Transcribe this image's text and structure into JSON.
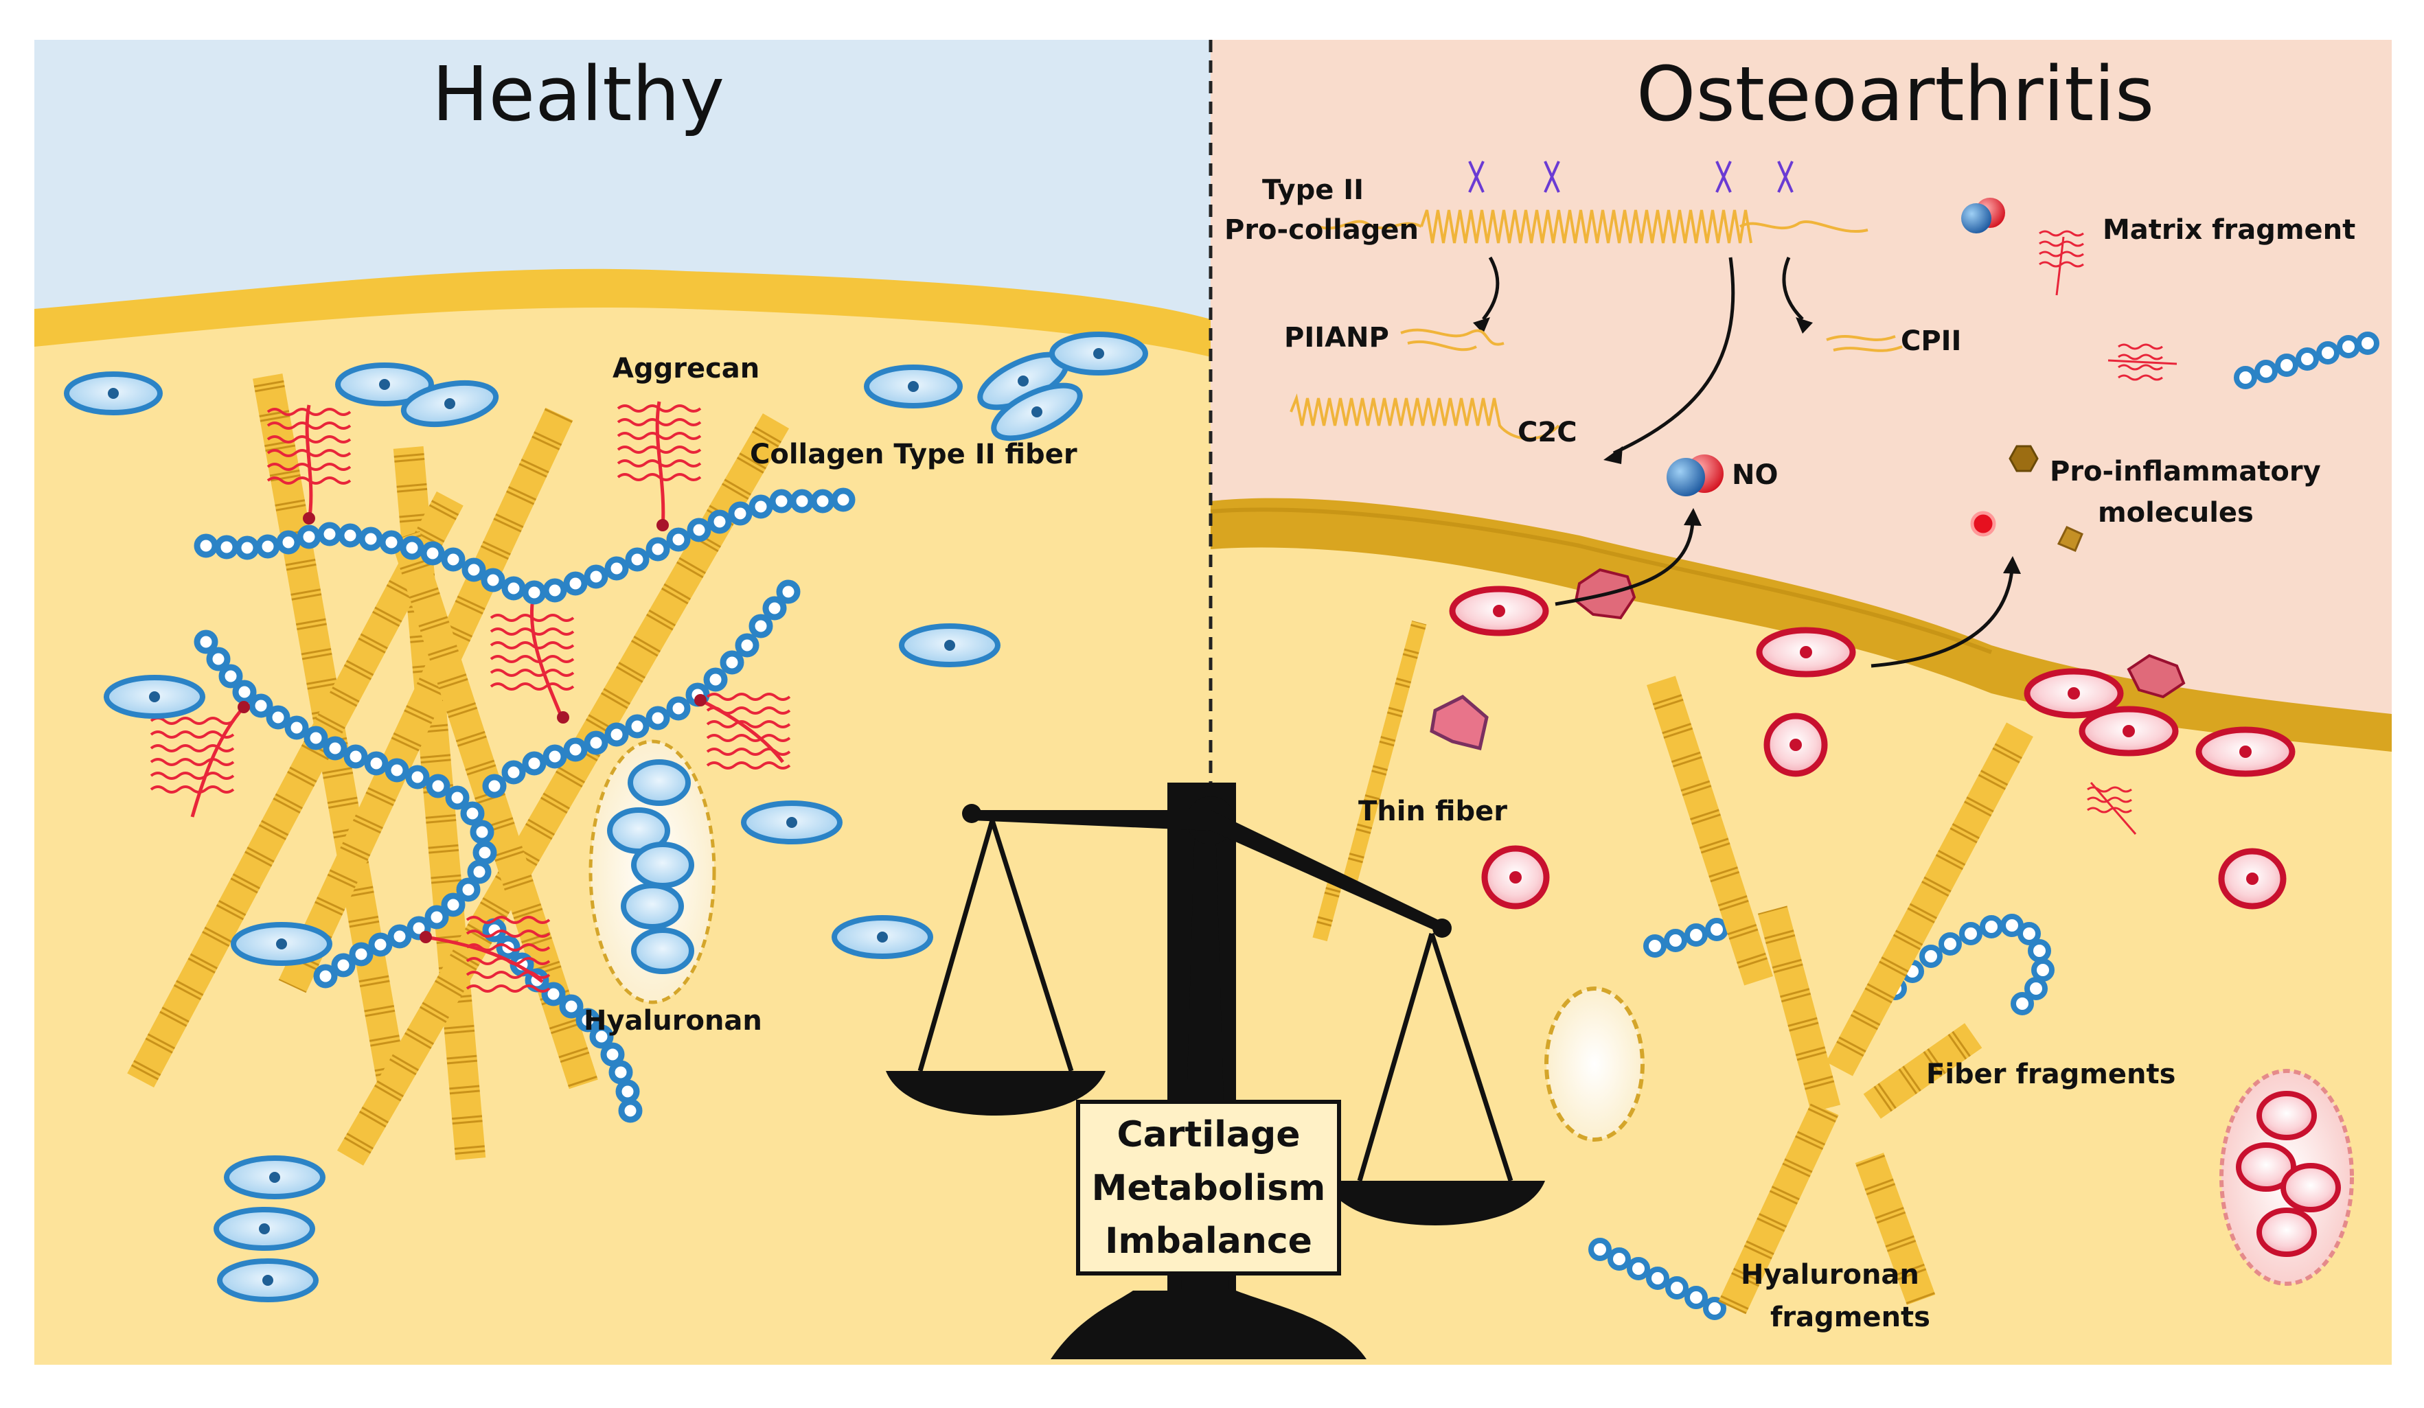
{
  "panels": {
    "healthy": {
      "title": "Healthy",
      "labels": {
        "aggrecan": "Aggrecan",
        "collagen": "Collagen Type II fiber",
        "hyaluronan": "Hyaluronan"
      }
    },
    "oa": {
      "title": "Osteoarthritis",
      "labels": {
        "procollagen_1": "Type II",
        "procollagen_2": "Pro-collagen",
        "piianp": "PIIANP",
        "cpii": "CPII",
        "c2c": "C2C",
        "no": "NO",
        "matrix_fragment": "Matrix fragment",
        "proinflam_1": "Pro-inflammatory",
        "proinflam_2": "molecules",
        "thin_fiber": "Thin fiber",
        "fiber_fragments": "Fiber fragments",
        "hyal_frag_1": "Hyaluronan",
        "hyal_frag_2": "fragments"
      }
    }
  },
  "balance": {
    "line1": "Cartilage",
    "line2": "Metabolism",
    "line3": "Imbalance"
  },
  "colors": {
    "healthy_bg": "#d9e8f4",
    "oa_bg": "#f9dccc",
    "cartilage": "#fde39a",
    "cartilage_surface": "#f5c53c",
    "cell_healthy": "#a9d3f0",
    "cell_oa": "#d01a3a",
    "aggrecan": "#e8253a",
    "hyaluronan": "#2b83c6",
    "fiber": "#f6c342"
  }
}
